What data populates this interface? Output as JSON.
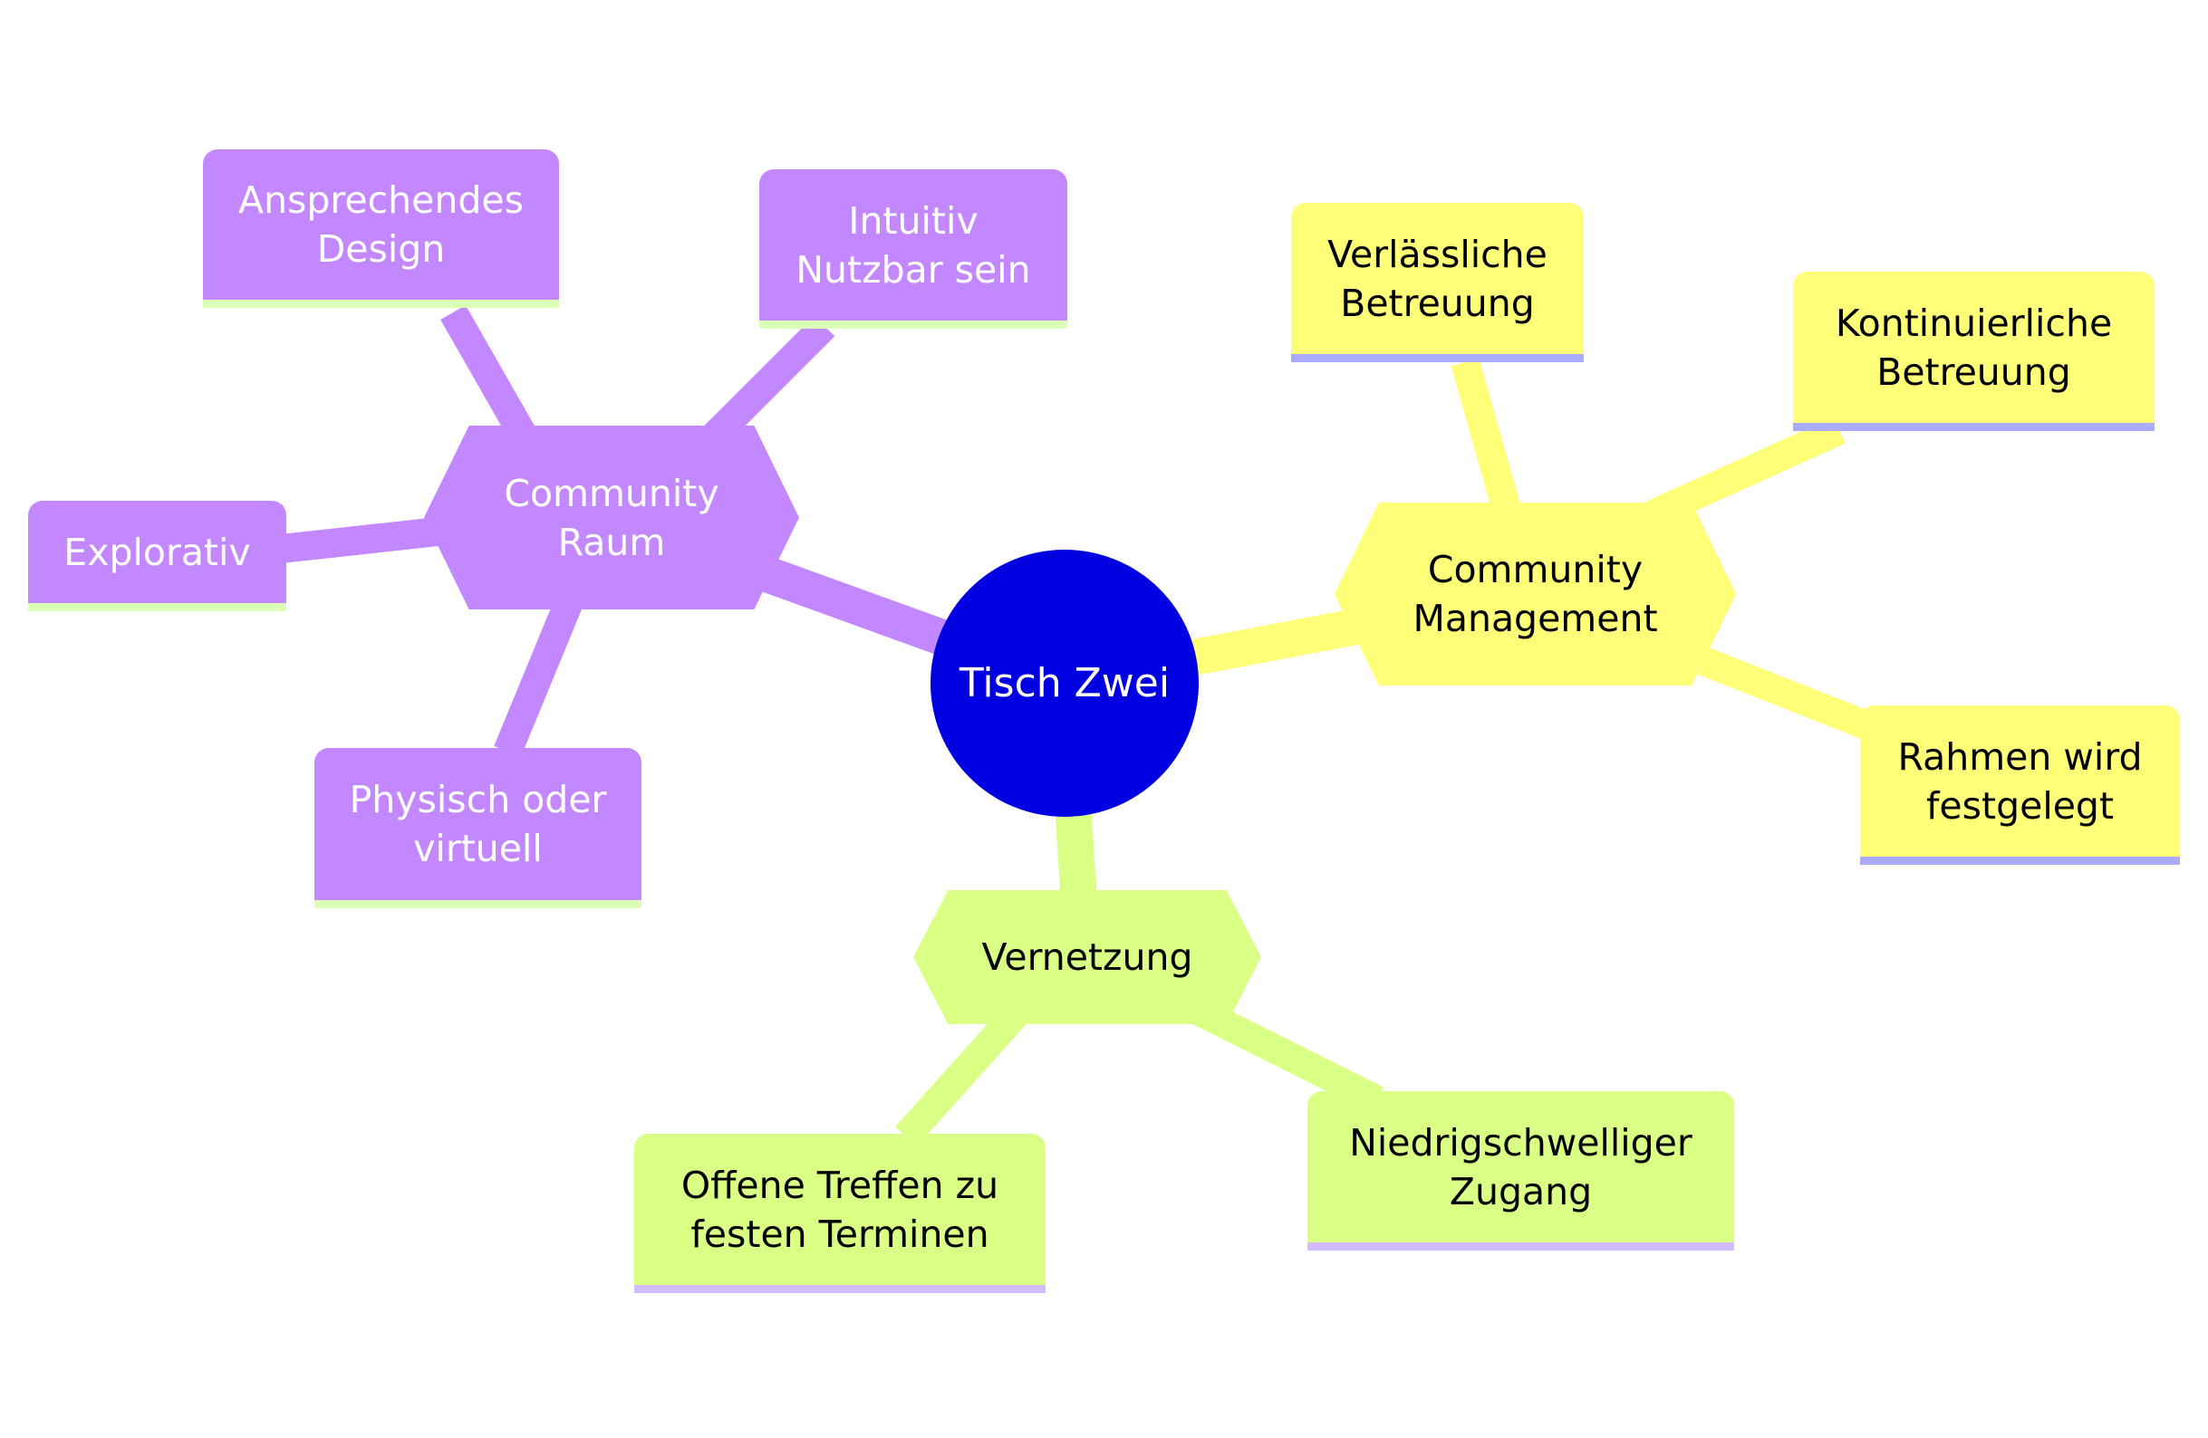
{
  "root": {
    "label": "Tisch Zwei",
    "color": "#0000e0",
    "text_color": "#ffffff"
  },
  "branches": [
    {
      "label": "Community\nRaum",
      "color": "#c388ff",
      "text_color": "#ffffff",
      "leaf_bar_color": "#dcffb8",
      "children": [
        {
          "label": "Ansprechendes\nDesign"
        },
        {
          "label": "Intuitiv\nNutzbar sein"
        },
        {
          "label": "Explorativ"
        },
        {
          "label": "Physisch oder\nvirtuell"
        }
      ]
    },
    {
      "label": "Community\nManagement",
      "color": "#ffff78",
      "text_color": "#000000",
      "leaf_bar_color": "#aaaaff",
      "children": [
        {
          "label": "Verlässliche\nBetreuung"
        },
        {
          "label": "Kontinuierliche\nBetreuung"
        },
        {
          "label": "Rahmen wird\nfestgelegt"
        }
      ]
    },
    {
      "label": "Vernetzung",
      "color": "#d9ff84",
      "text_color": "#000000",
      "leaf_bar_color": "#d2bbff",
      "children": [
        {
          "label": "Offene Treffen zu\nfesten Terminen"
        },
        {
          "label": "Niedrigschwelliger\nZugang"
        }
      ]
    }
  ]
}
